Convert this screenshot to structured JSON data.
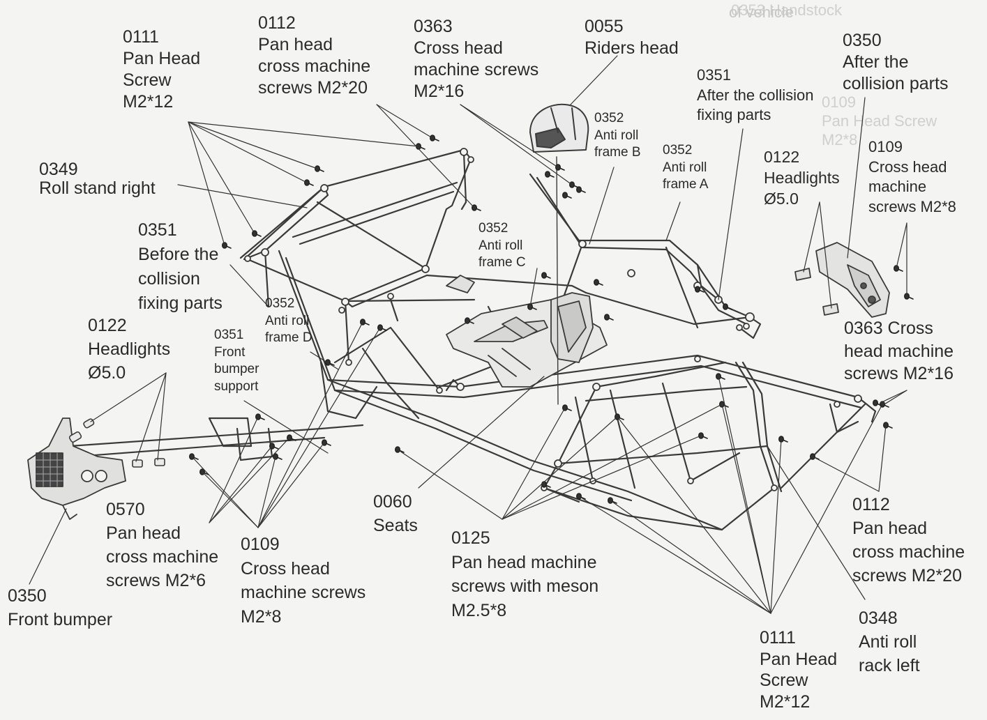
{
  "ghost_text": [
    "0353 Handstock",
    "of vehicle",
    "0109\nPan Head Screw\nM2*8"
  ],
  "labels": {
    "screw_0111_top": "0111\nPan Head\nScrew\nM2*12",
    "screw_0112_top": "0112\nPan head\ncross machine\nscrews M2*20",
    "screw_0363_top": "0363\nCross head\nmachine screws\nM2*16",
    "riders_head": "0055\nRiders head",
    "collision_after_fixing": "0351\nAfter the collision\nfixing parts",
    "collision_after_parts": "0350\nAfter the\ncollision parts",
    "anti_roll_b": "0352\nAnti roll\nframe B",
    "anti_roll_a": "0352\nAnti roll\nframe A",
    "headlights_right": "0122\nHeadlights\nØ5.0",
    "screw_0109_right": "0109\nCross head\nmachine\nscrews M2*8",
    "roll_stand_right": "0349\nRoll stand right",
    "collision_before_fixing": "0351\nBefore the\ncollision\nfixing parts",
    "anti_roll_c": "0352\nAnti roll\nframe C",
    "anti_roll_d": "0352\nAnti roll\nframe D",
    "headlights_left": "0122\nHeadlights\nØ5.0",
    "front_bumper_support": "0351\nFront\nbumper\nsupport",
    "screw_0363_right": "0363 Cross\nhead machine\nscrews M2*16",
    "screw_0570": "0570\nPan head\ncross machine\nscrews  M2*6",
    "seats": "0060\nSeats",
    "screw_0112_right": "0112\nPan head\ncross machine\nscrews M2*20",
    "screw_0109_bottom": "0109\nCross head\nmachine screws\nM2*8",
    "screw_0125": "0125\nPan head machine\nscrews with meson\nM2.5*8",
    "front_bumper": "0350\nFront bumper",
    "anti_roll_rack_left": "0348\nAnti roll\nrack left",
    "screw_0111_bottom": "0111\nPan Head\nScrew\nM2*12"
  },
  "colors": {
    "paper": "#f4f4f2",
    "ink": "#2a2a2a",
    "ghost": "#cfcfcf"
  }
}
